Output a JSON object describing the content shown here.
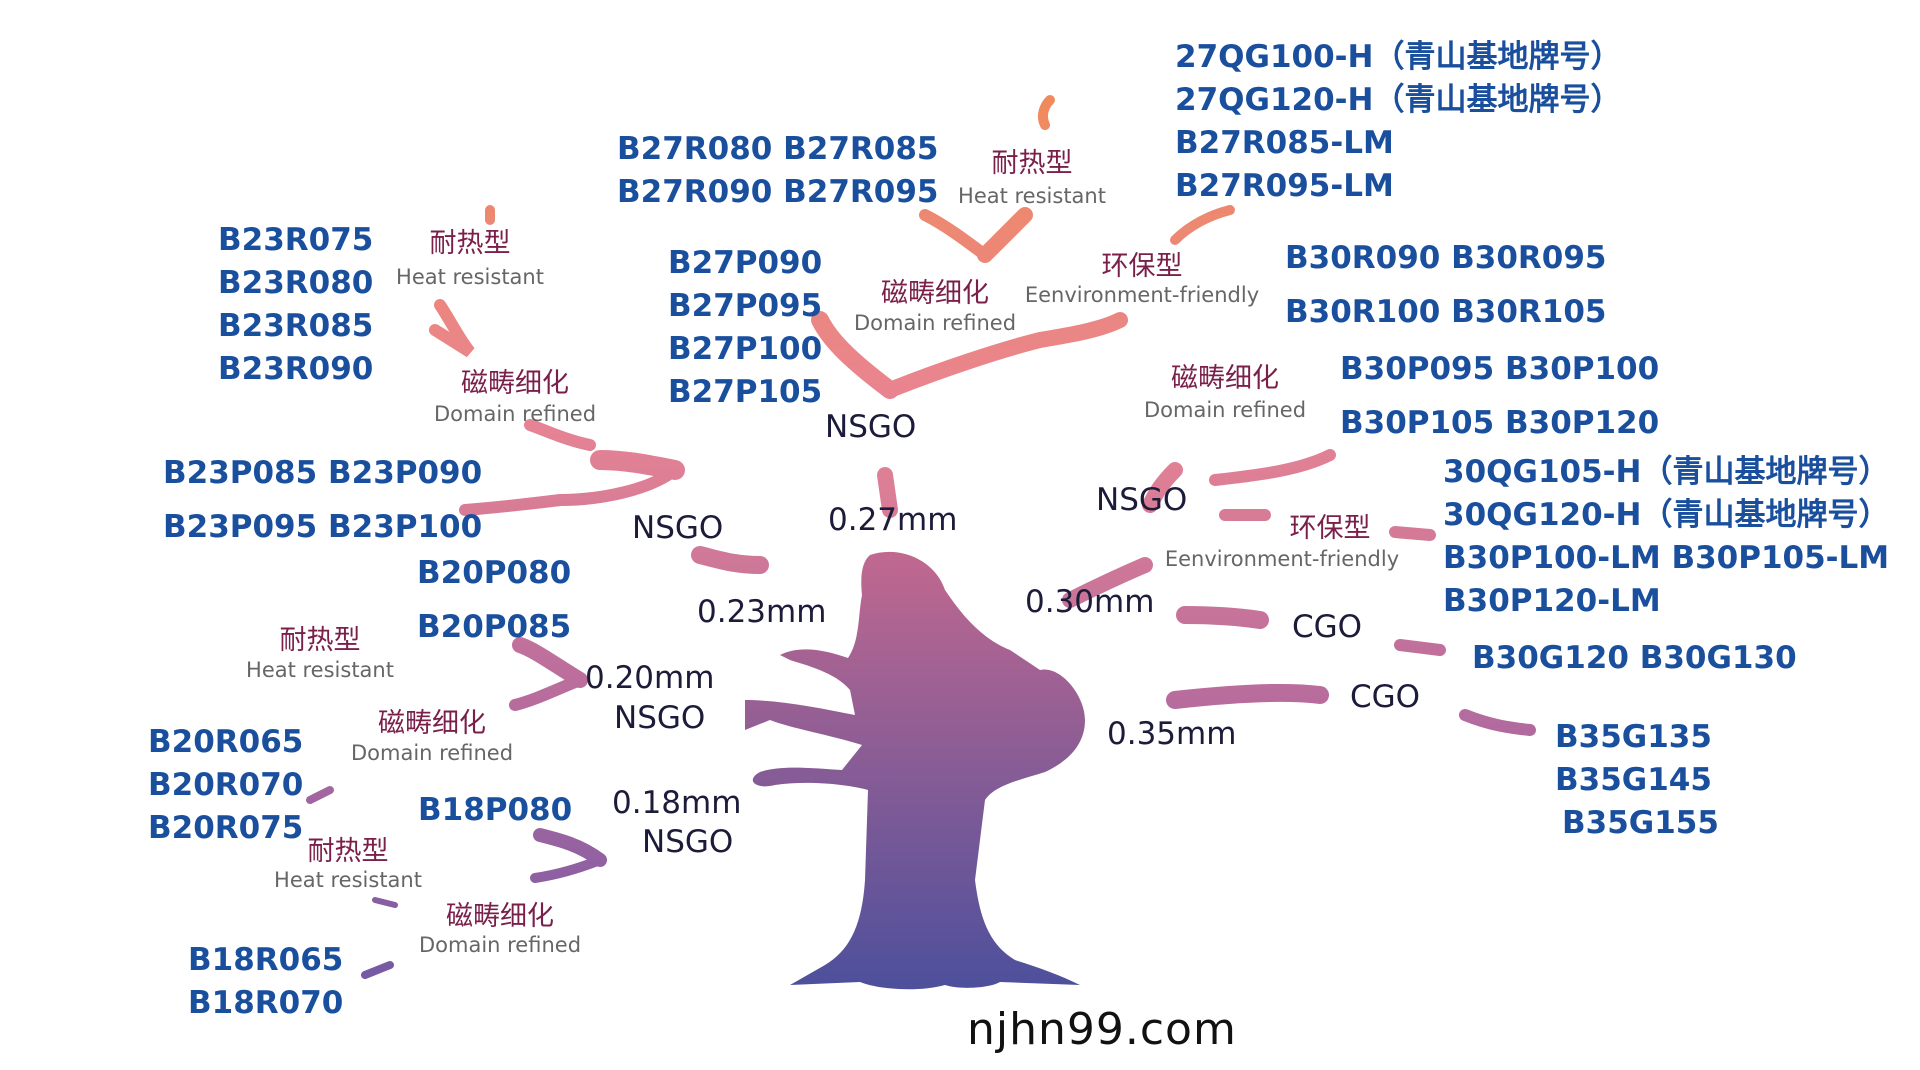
{
  "colors": {
    "grade": "#1a4f9e",
    "category": "#1c1c3a",
    "property_cn": "#7a1f4a",
    "property_en": "#666666",
    "trunk_top": "#c4698f",
    "trunk_bottom": "#4a4f9c",
    "branch_orange": "#f08a5d"
  },
  "website": "njhn99.com",
  "thickness": {
    "t018": "0.18mm",
    "t020": "0.20mm",
    "t023": "0.23mm",
    "t027": "0.27mm",
    "t030": "0.30mm",
    "t035": "0.35mm"
  },
  "categories": {
    "nsgo": "NSGO",
    "cgo": "CGO"
  },
  "properties": {
    "heat_cn": "耐热型",
    "heat_en": "Heat resistant",
    "domain_cn": "磁畴细化",
    "domain_en": "Domain refined",
    "env_cn": "环保型",
    "env_en": "Eenvironment-friendly"
  },
  "grades": {
    "qg27_100h": "27QG100-H（青山基地牌号）",
    "qg27_120h": "27QG120-H（青山基地牌号）",
    "b27r085lm": "B27R085-LM",
    "b27r095lm": "B27R095-LM",
    "b27r_line1": "B27R080  B27R085",
    "b27r_line2": "B27R090  B27R095",
    "b27p090": "B27P090",
    "b27p095": "B27P095",
    "b27p100": "B27P100",
    "b27p105": "B27P105",
    "b23r075": "B23R075",
    "b23r080": "B23R080",
    "b23r085": "B23R085",
    "b23r090": "B23R090",
    "b23p_line1": "B23P085  B23P090",
    "b23p_line2": "B23P095  B23P100",
    "b20p080": "B20P080",
    "b20p085": "B20P085",
    "b20r065": "B20R065",
    "b20r070": "B20R070",
    "b20r075": "B20R075",
    "b18p080": "B18P080",
    "b18r065": "B18R065",
    "b18r070": "B18R070",
    "b30r_line1": "B30R090  B30R095",
    "b30r_line2": "B30R100  B30R105",
    "b30p_line1": "B30P095  B30P100",
    "b30p_line2": "B30P105  B30P120",
    "qg30_105h": "30QG105-H（青山基地牌号）",
    "qg30_120h": "30QG120-H（青山基地牌号）",
    "b30p_lm_line": "B30P100-LM  B30P105-LM",
    "b30p120lm": "B30P120-LM",
    "b30g_line": "B30G120  B30G130",
    "b35g135": "B35G135",
    "b35g145": "B35G145",
    "b35g155": "B35G155"
  }
}
